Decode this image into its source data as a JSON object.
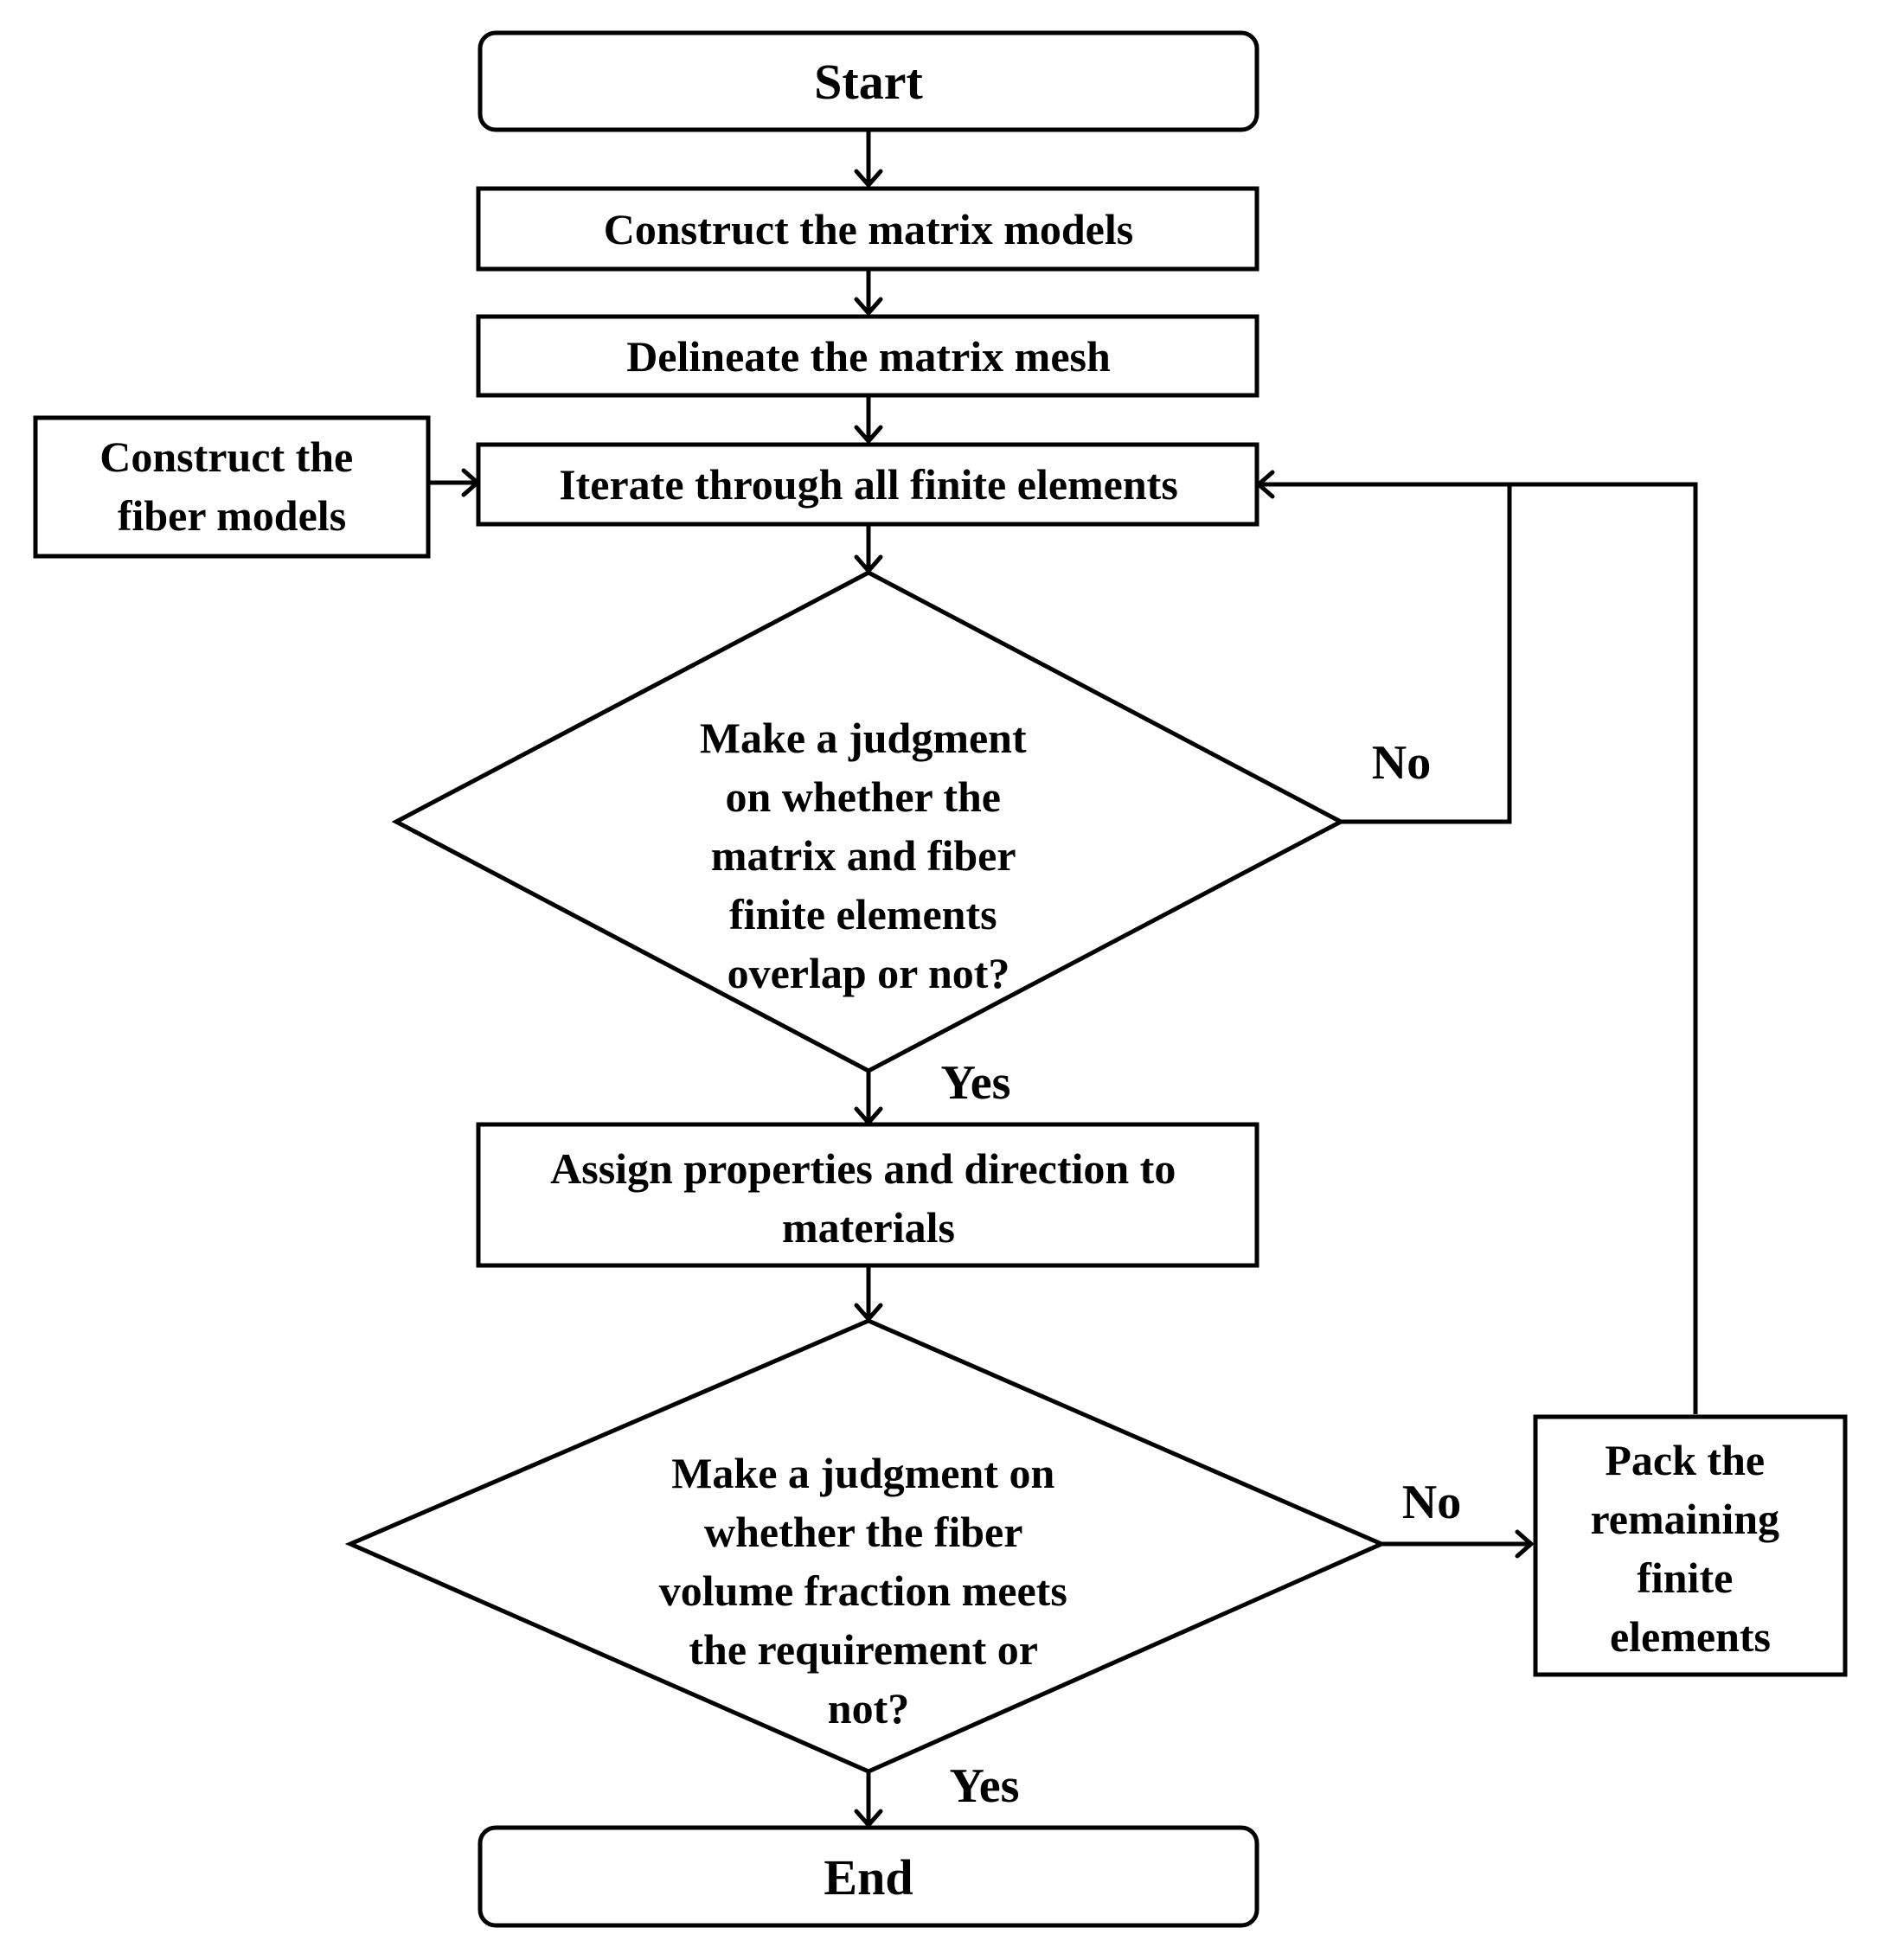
{
  "nodes": {
    "start": {
      "label": "Start"
    },
    "construct_matrix": {
      "label": "Construct the matrix models"
    },
    "delineate_mesh": {
      "label": "Delineate the matrix mesh"
    },
    "construct_fiber": {
      "lines": [
        "Construct the",
        "fiber models"
      ]
    },
    "iterate": {
      "label": "Iterate through all finite elements"
    },
    "judge_overlap": {
      "lines": [
        "Make a judgment",
        "on whether the",
        "matrix and fiber",
        "finite elements",
        "overlap or not?"
      ]
    },
    "assign_props": {
      "lines": [
        "Assign properties and direction to",
        "materials"
      ]
    },
    "judge_fraction": {
      "lines": [
        "Make a judgment on",
        "whether the fiber",
        "volume fraction meets",
        "the requirement or",
        "not?"
      ]
    },
    "pack_remaining": {
      "lines": [
        "Pack the",
        "remaining",
        "finite",
        "elements"
      ]
    },
    "end": {
      "label": "End"
    }
  },
  "edge_labels": {
    "overlap_no": "No",
    "overlap_yes": "Yes",
    "fraction_no": "No",
    "fraction_yes": "Yes"
  }
}
